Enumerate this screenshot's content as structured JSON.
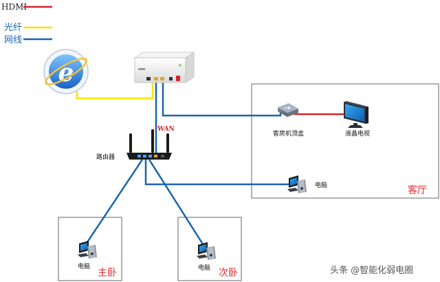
{
  "legend": {
    "hdmi": "HDMI",
    "fiber": "光纤",
    "network": "网线"
  },
  "labels": {
    "wan": "WAN",
    "router": "路由器",
    "stb": "客房机顶盒",
    "tv": "液晶电视",
    "pc_living": "电脑",
    "pc_master": "电脑",
    "pc_second": "电脑"
  },
  "rooms": {
    "living": "客厅",
    "master": "主卧",
    "second": "次卧"
  },
  "watermark": "头条 @智能化弱电圈",
  "colors": {
    "hdmi": "#d9222a",
    "fiber": "#f2e600",
    "network": "#1a63b0",
    "room_label": "#e8262d"
  },
  "icons": {
    "internet": "ie-globe-icon",
    "modem": "optical-modem-icon",
    "router": "wireless-router-icon",
    "stb": "set-top-box-icon",
    "tv": "lcd-tv-icon",
    "pc": "desktop-pc-icon"
  }
}
